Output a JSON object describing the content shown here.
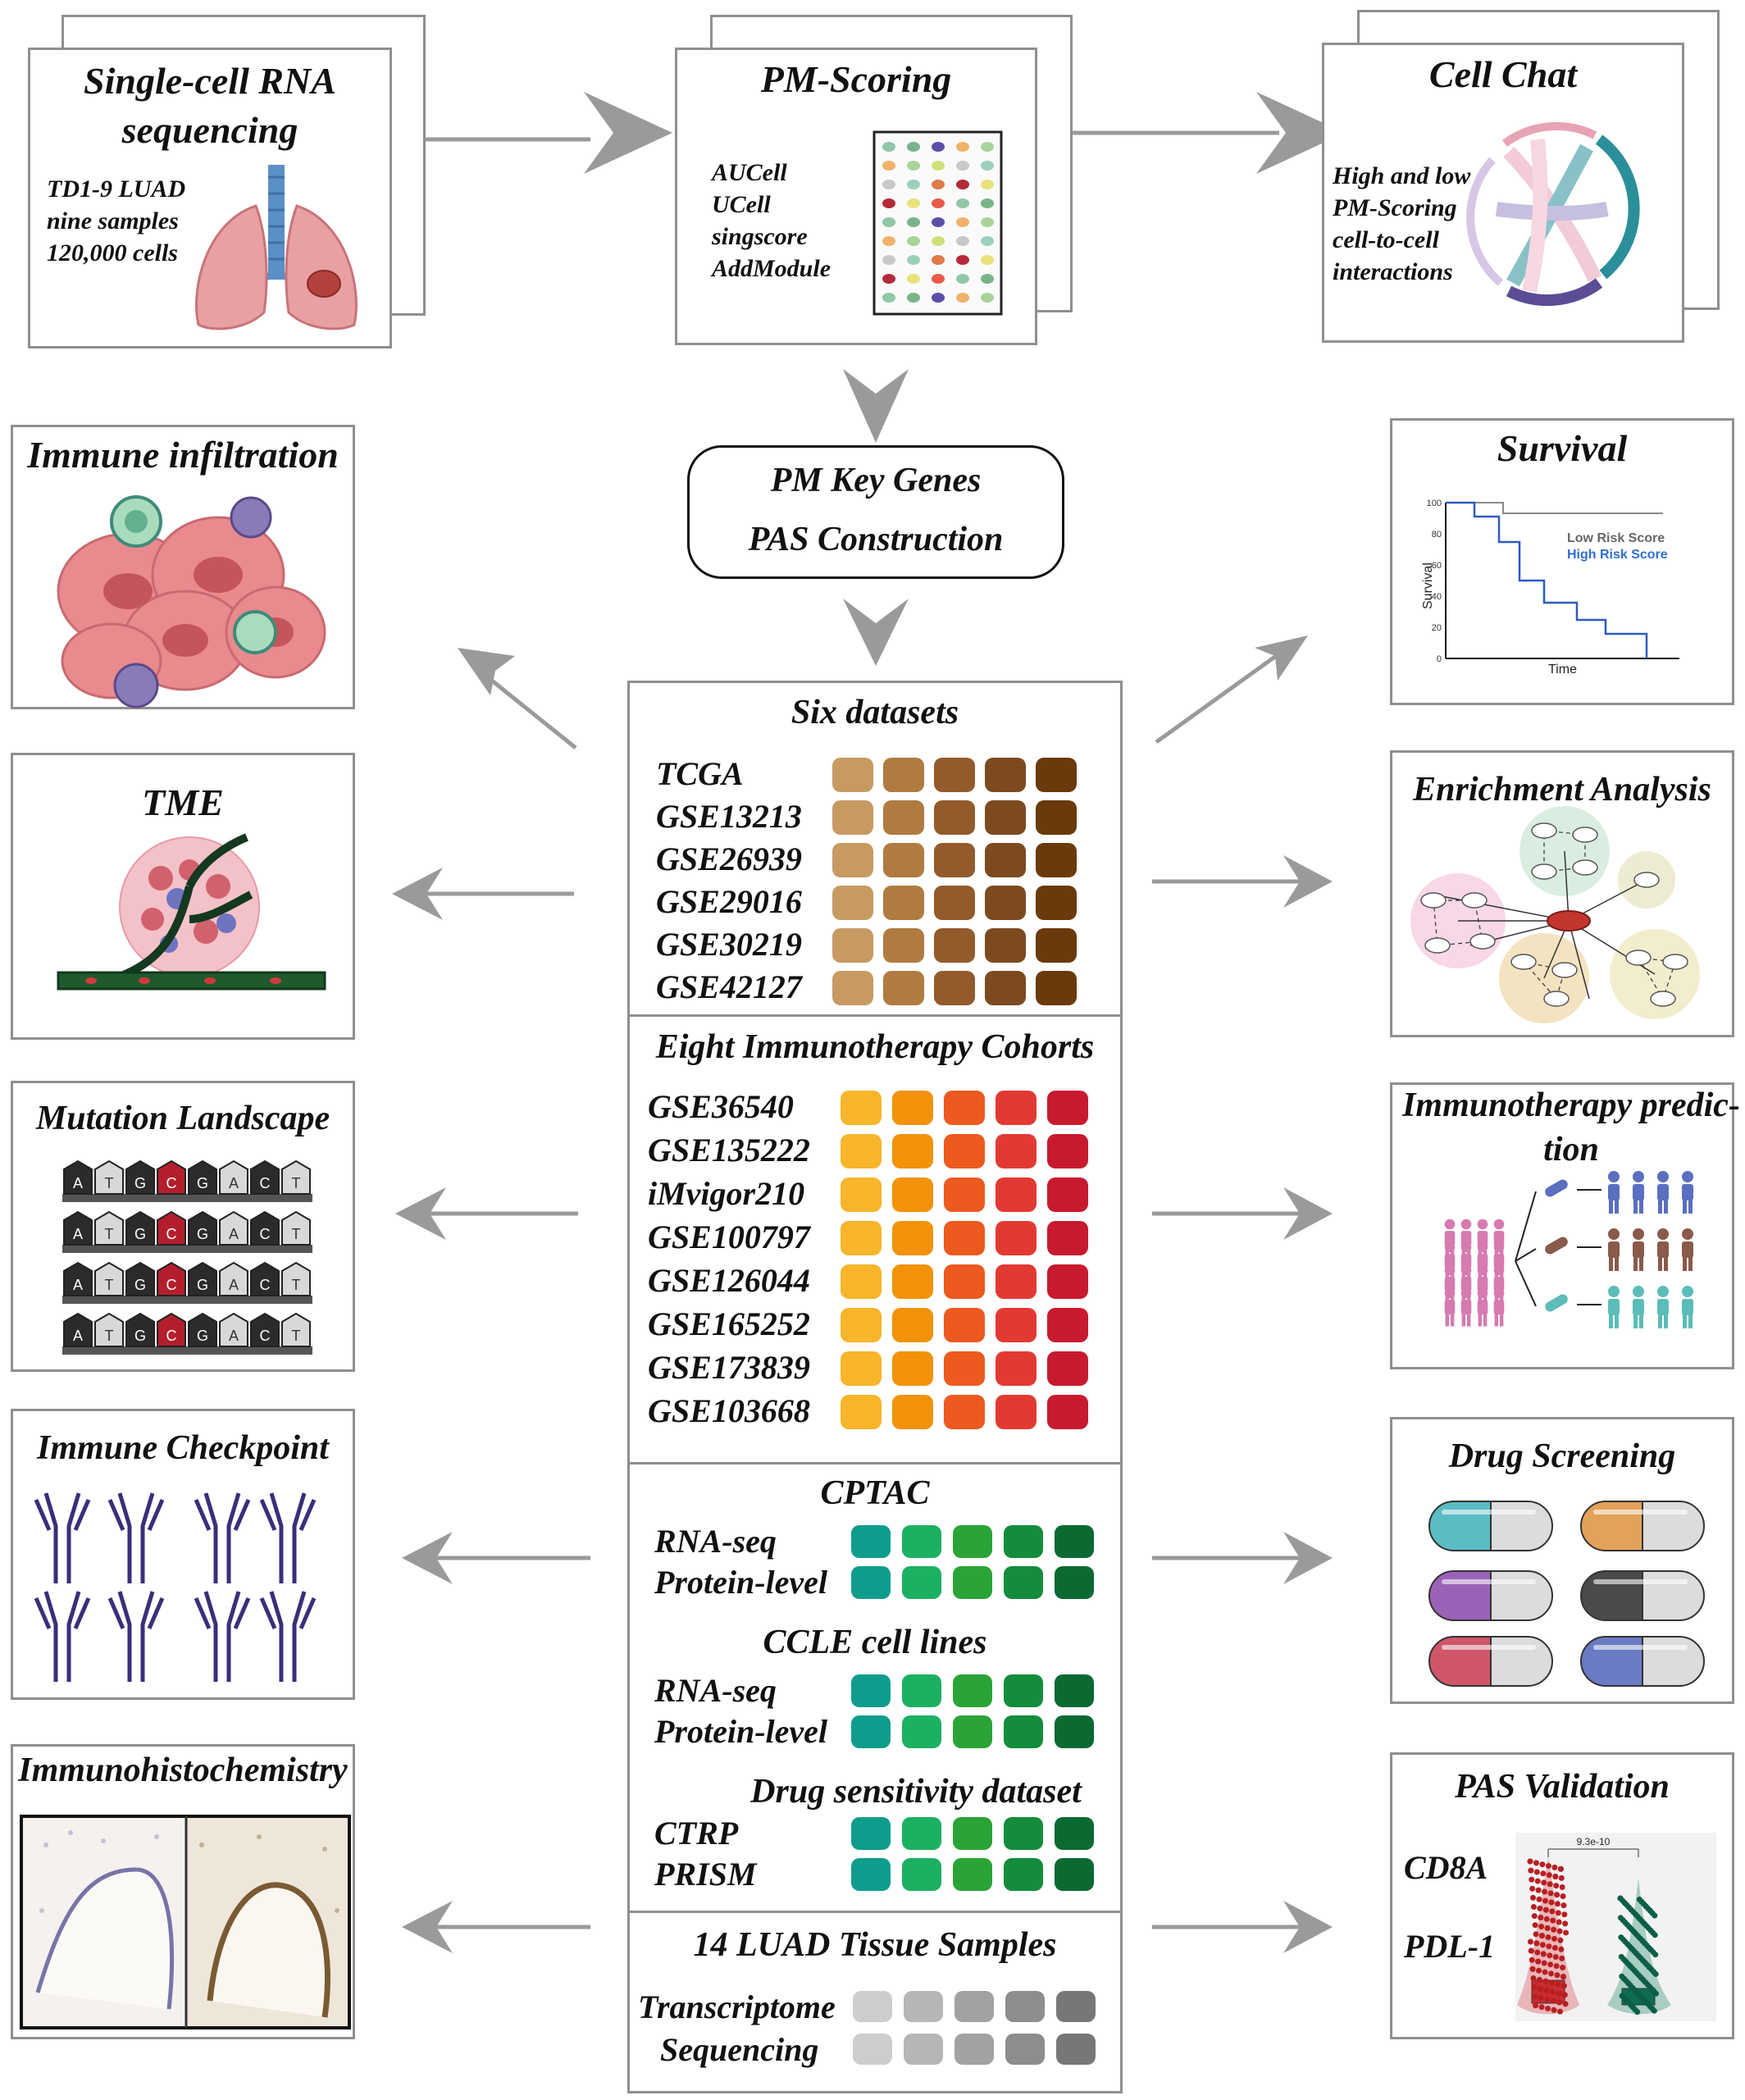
{
  "top": {
    "scrna": {
      "title_1": "Single-cell RNA",
      "title_2": "sequencing",
      "lines": [
        "TD1-9 LUAD",
        "nine samples",
        "120,000 cells"
      ]
    },
    "pm_scoring": {
      "title": "PM-Scoring",
      "methods": [
        "AUCell",
        "UCell",
        "singscore",
        "AddModule"
      ]
    },
    "cell_chat": {
      "title": "Cell Chat",
      "lines": [
        "High and low",
        "PM-Scoring",
        "cell-to-cell",
        "interactions"
      ]
    }
  },
  "center_box": {
    "line_1": "PM Key Genes",
    "line_2": "PAS Construction"
  },
  "center": {
    "six_datasets": {
      "title": "Six datasets",
      "rows": [
        "TCGA",
        "GSE13213",
        "GSE26939",
        "GSE29016",
        "GSE30219",
        "GSE42127"
      ],
      "colors": [
        "#c79a62",
        "#b07b40",
        "#935a2c",
        "#7d4a20",
        "#6a3a0c"
      ]
    },
    "immunotherapy": {
      "title": "Eight Immunotherapy Cohorts",
      "rows": [
        "GSE36540",
        "GSE135222",
        "iMvigor210",
        "GSE100797",
        "GSE126044",
        "GSE165252",
        "GSE173839",
        "GSE103668"
      ],
      "colors": [
        "#f7b52b",
        "#f29208",
        "#ec5a1f",
        "#e23a32",
        "#c81a2e"
      ]
    },
    "cptac": {
      "title": "CPTAC",
      "rows": [
        "RNA-seq",
        "Protein-level"
      ]
    },
    "ccle": {
      "title": "CCLE cell lines",
      "rows": [
        "RNA-seq",
        "Protein-level"
      ]
    },
    "drug": {
      "title": "Drug sensitivity dataset",
      "rows": [
        "CTRP",
        "PRISM"
      ]
    },
    "green_colors": [
      "#0e9d8c",
      "#1cb062",
      "#2aa436",
      "#138c3c",
      "#0b6a32"
    ],
    "tissue": {
      "title": "14 LUAD Tissue Samples",
      "rows": [
        "Transcriptome",
        "Sequencing"
      ],
      "colors": [
        "#cdcdcd",
        "#b6b6b6",
        "#a2a2a2",
        "#8d8d8d",
        "#777777"
      ]
    }
  },
  "left": {
    "immune_infiltration": "Immune infiltration",
    "tme": "TME",
    "mutation": {
      "title": "Mutation Landscape",
      "bases": [
        "A",
        "T",
        "G",
        "C",
        "G",
        "A",
        "C",
        "T"
      ]
    },
    "checkpoint": "Immune Checkpoint",
    "ihc": "Immunohistochemistry"
  },
  "right": {
    "survival": {
      "title": "Survival",
      "ylabel": "Survival",
      "xlabel": "Time",
      "yticks": [
        "100",
        "80",
        "60",
        "40",
        "20",
        "0"
      ],
      "low": "Low Risk Score",
      "high": "High Risk Score"
    },
    "enrichment": "Enrichment Analysis",
    "immunotherapy_pred": {
      "line_1": "Immunotherapy predic-",
      "line_2": "tion"
    },
    "drug_screening": "Drug Screening",
    "pas_validation": {
      "title": "PAS Validation",
      "labels": [
        "CD8A",
        "PDL-1"
      ],
      "pvalue": "9.3e-10"
    }
  }
}
